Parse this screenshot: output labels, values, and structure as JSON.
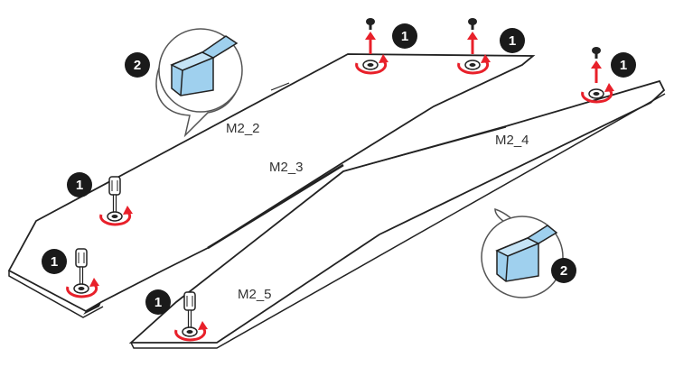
{
  "slot_labels": {
    "m2_2": "M2_2",
    "m2_3": "M2_3",
    "m2_4": "M2_4",
    "m2_5": "M2_5"
  },
  "step_markers": {
    "remove_screw": "1",
    "install_standoff": "2"
  },
  "colors": {
    "outline": "#222222",
    "arrow": "#e8202a",
    "standoff_fill": "#9fd0ee",
    "badge": "#1a1a1a"
  },
  "icons": [
    "screwdriver-icon",
    "screw-icon",
    "rotate-arrow-icon",
    "lift-arrow-icon",
    "standoff-icon",
    "zoom-callout-icon"
  ]
}
